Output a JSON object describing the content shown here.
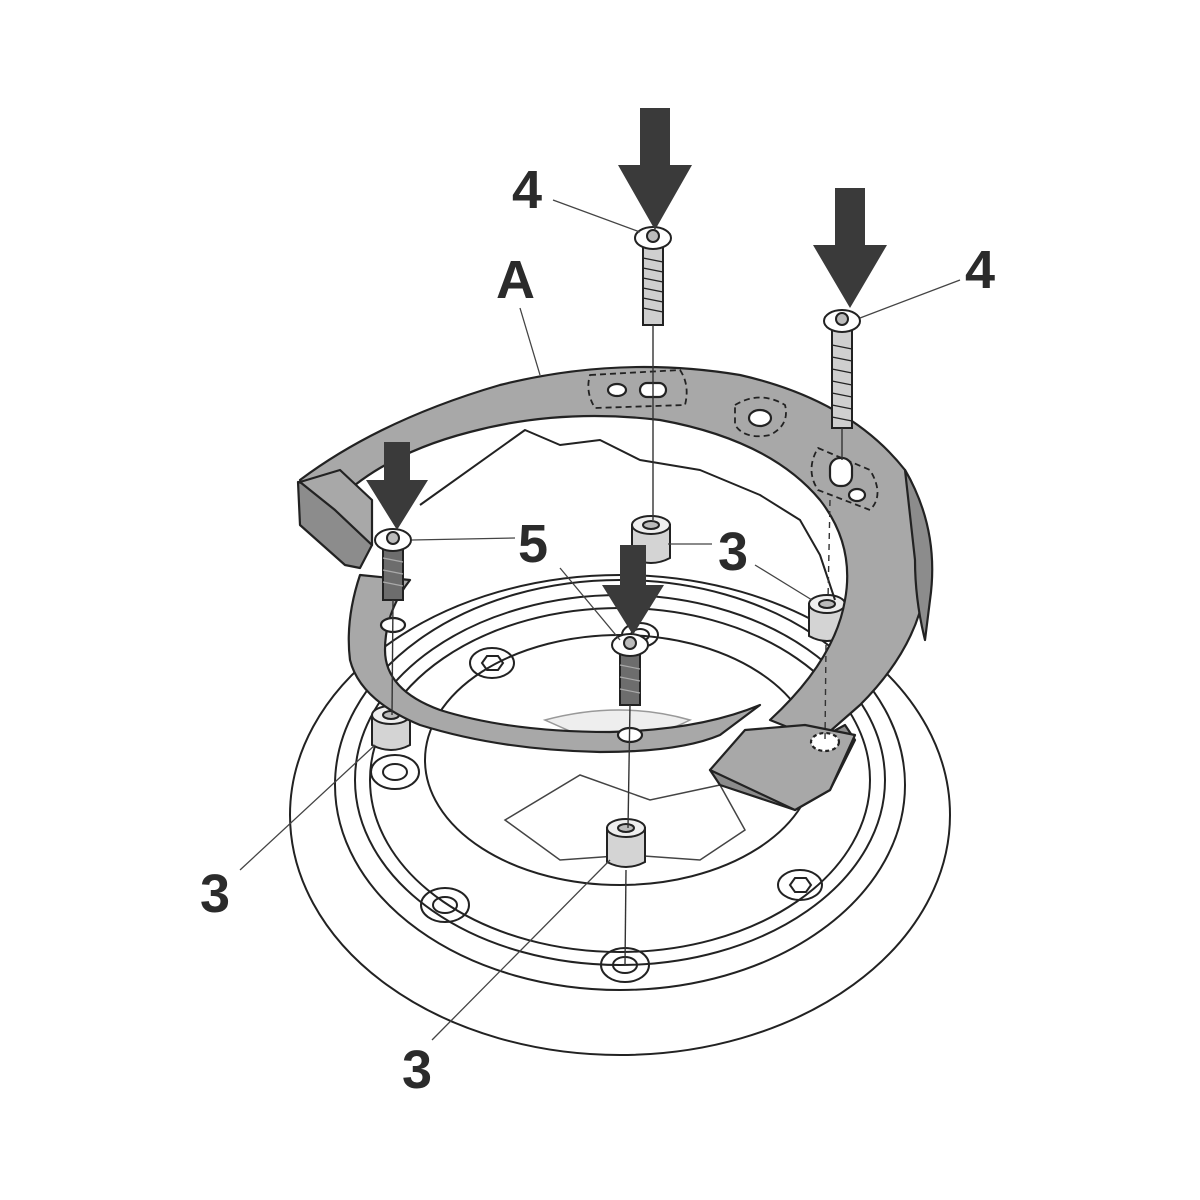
{
  "diagram": {
    "part_label": "A",
    "callouts": {
      "screw_top_left": "4",
      "screw_top_right": "4",
      "screw_center": "5",
      "spacer_right": "3",
      "spacer_left": "3",
      "spacer_bottom": "3"
    }
  },
  "colors": {
    "ink": "#2b2b2b",
    "part_fill": "#a8a8a8",
    "part_dark": "#8c8c8c",
    "arrow": "#3a3a3a",
    "outline": "#222222",
    "cap_fill": "#ffffff",
    "background": "#ffffff"
  }
}
